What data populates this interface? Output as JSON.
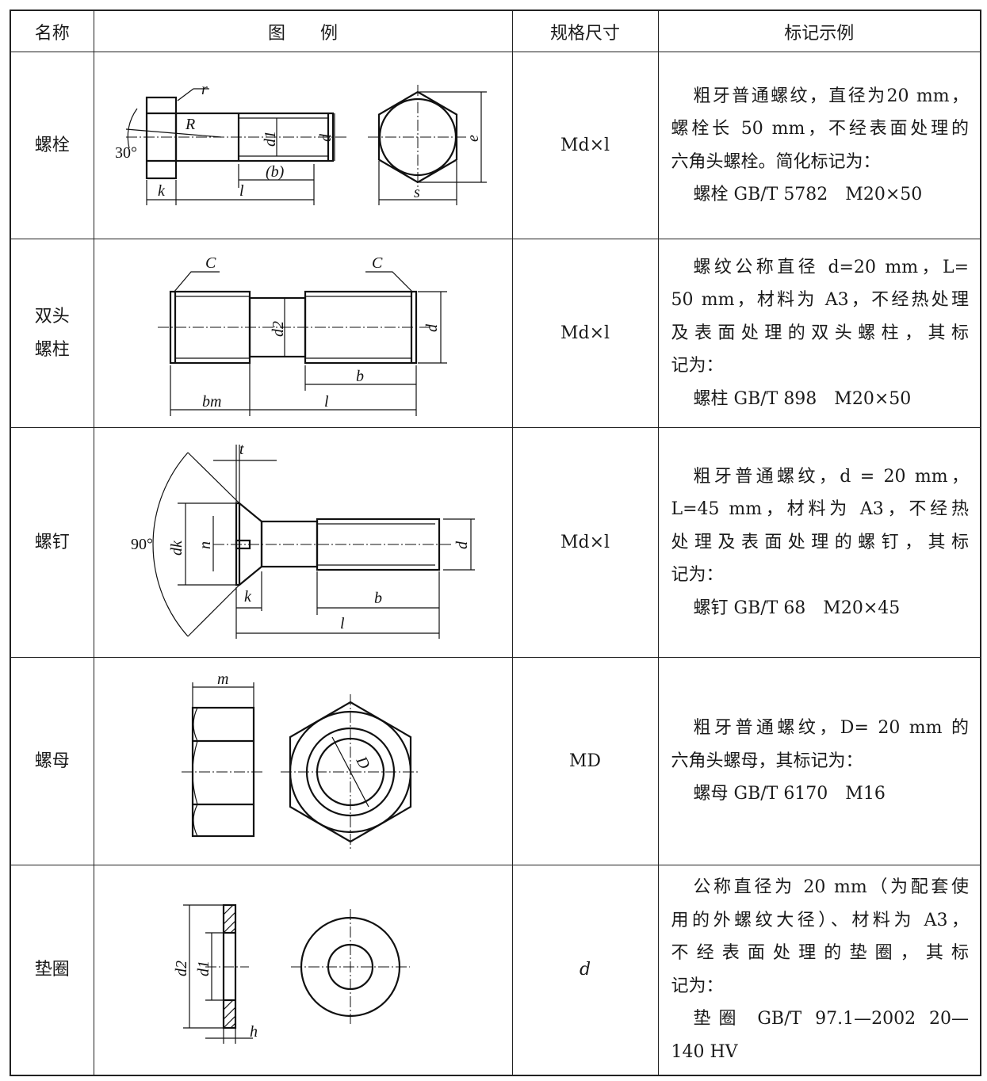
{
  "headers": {
    "name": "名称",
    "figure": "图　　例",
    "spec": "规格尺寸",
    "mark": "标记示例"
  },
  "rows": [
    {
      "name": "螺栓",
      "spec": "Md×l",
      "lines": [
        "粗牙普通螺纹，直径为20 mm，",
        "螺栓长 50 mm，不经表面处理的",
        "六角头螺栓。简化标记为：",
        "螺栓 GB/T 5782　M20×50"
      ]
    },
    {
      "name": "双头螺柱",
      "name_lines": [
        "双头",
        "螺柱"
      ],
      "spec": "Md×l",
      "lines": [
        "螺纹公称直径 d=20 mm，L=",
        "50 mm，材料为 A3，不经热处理",
        "及表面处理的双头螺柱，其标",
        "记为：",
        "螺柱 GB/T 898　M20×50"
      ]
    },
    {
      "name": "螺钉",
      "spec": "Md×l",
      "lines": [
        "粗牙普通螺纹，d = 20 mm，",
        "L=45 mm，材料为 A3，不经热",
        "处理及表面处理的螺钉，其标",
        "记为：",
        "螺钉 GB/T 68　M20×45"
      ]
    },
    {
      "name": "螺母",
      "spec": "MD",
      "lines": [
        "粗牙普通螺纹，D= 20 mm 的",
        "六角头螺母，其标记为：",
        "螺母 GB/T 6170　M16"
      ]
    },
    {
      "name": "垫圈",
      "spec": "d",
      "lines": [
        "公称直径为 20 mm（为配套使",
        "用的外螺纹大径）、材料为 A3，",
        "不经表面处理的垫圈，其标",
        "记为：",
        "垫圈 GB/T 97.1—2002 20—",
        "140 HV"
      ]
    }
  ],
  "drawings": {
    "bolt": {
      "r": "r",
      "R": "R",
      "angle": "30°",
      "d1": "d1",
      "d": "d",
      "b": "(b)",
      "k": "k",
      "l": "l",
      "e": "e",
      "s": "s"
    },
    "stud": {
      "c1": "C",
      "c2": "C",
      "d2": "d2",
      "d": "d",
      "b": "b",
      "bm": "bm",
      "l": "l"
    },
    "screw": {
      "t": "t",
      "angle": "90°",
      "dk": "dk",
      "n": "n",
      "k": "k",
      "b": "b",
      "l": "l",
      "d": "d"
    },
    "nut": {
      "m": "m",
      "D": "D"
    },
    "washer": {
      "d2": "d2",
      "d1": "d1",
      "h": "h"
    }
  }
}
